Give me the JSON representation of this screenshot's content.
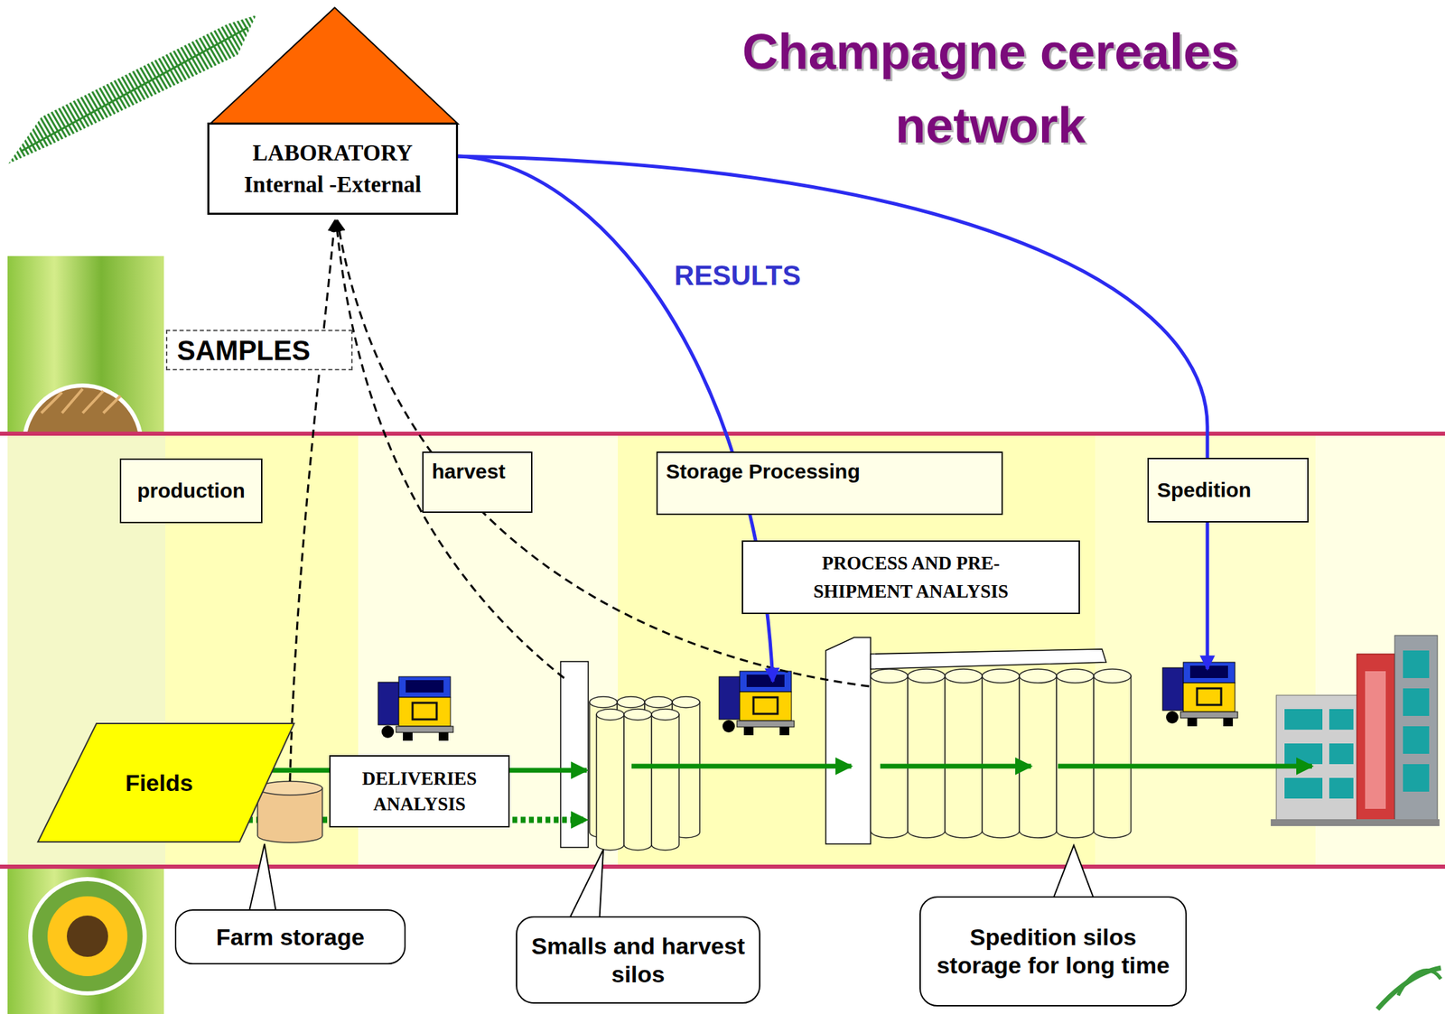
{
  "diagram": {
    "title": "Champagne cereales network",
    "nodes": [
      {
        "text": [
          "LABORATORY",
          "Internal -External"
        ]
      },
      {
        "text": [
          "SAMPLES"
        ]
      },
      {
        "text": [
          "production"
        ]
      },
      {
        "text": [
          "harvest"
        ]
      },
      {
        "text": [
          "Storage Processing"
        ]
      },
      {
        "text": [
          "Spedition"
        ]
      },
      {
        "text": [
          "PROCESS AND PRE-SHIPMENT ANALYSIS"
        ]
      },
      {
        "text": [
          "Fields"
        ]
      },
      {
        "text": [
          "DELIVERIES ANALYSIS"
        ]
      },
      {
        "text": [
          "Farm storage"
        ]
      },
      {
        "text": [
          "Smalls and harvest silos"
        ]
      },
      {
        "text": [
          "Spedition silos storage for long time"
        ]
      }
    ],
    "labels": [
      "RESULTS"
    ]
  }
}
